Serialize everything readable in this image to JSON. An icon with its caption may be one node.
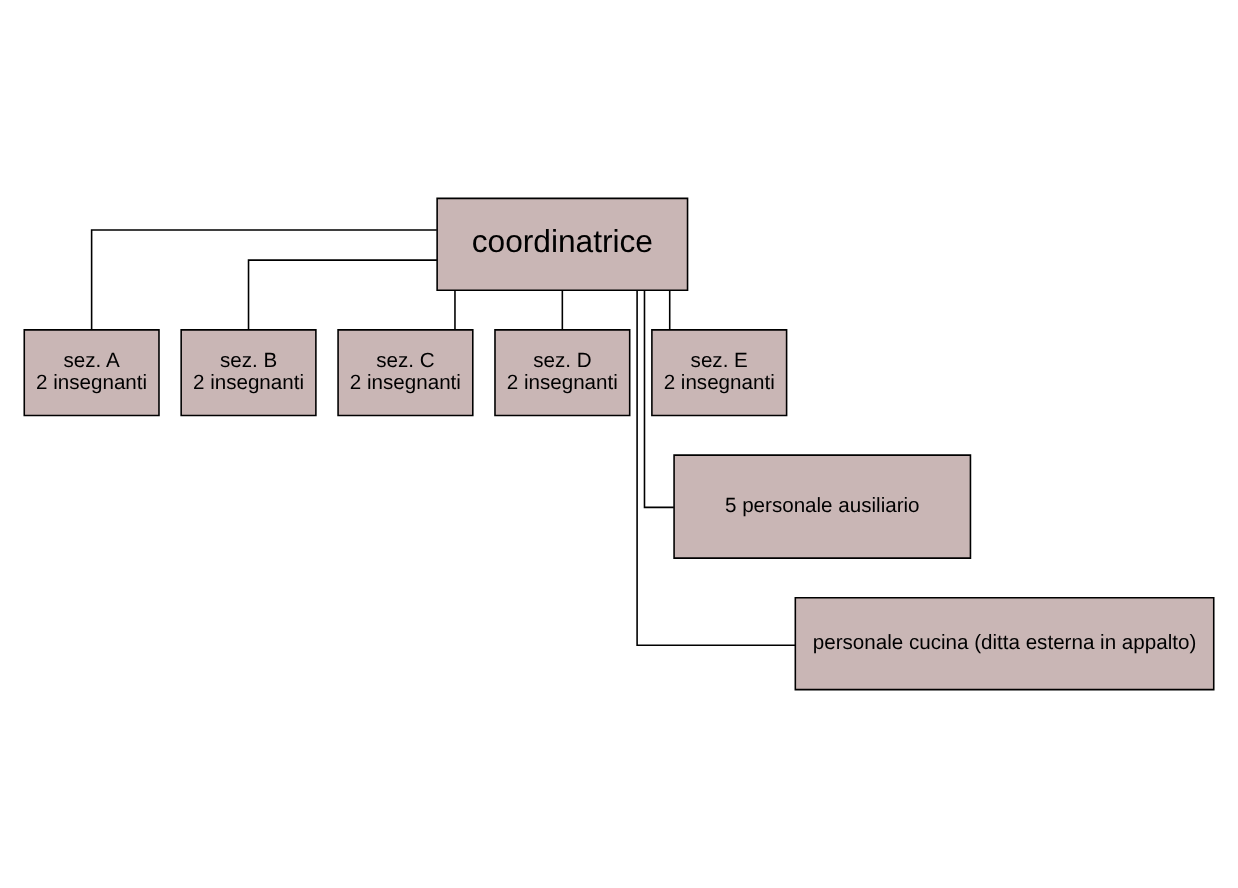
{
  "diagram": {
    "nodes": [
      {
        "text": [
          "coordinatrice"
        ]
      },
      {
        "text": [
          "sez. A",
          "2 insegnanti"
        ]
      },
      {
        "text": [
          "sez. B",
          "2 insegnanti"
        ]
      },
      {
        "text": [
          "sez. C",
          "2 insegnanti"
        ]
      },
      {
        "text": [
          "sez. D",
          "2 insegnanti"
        ]
      },
      {
        "text": [
          "sez. E",
          "2 insegnanti"
        ]
      },
      {
        "text": [
          "5 personale ausiliario"
        ]
      },
      {
        "text": [
          "personale cucina (ditta esterna in appalto)"
        ]
      }
    ],
    "edges": [
      {
        "from": 0,
        "to": 1,
        "arrow": "none"
      },
      {
        "from": 0,
        "to": 2,
        "arrow": "none"
      },
      {
        "from": 0,
        "to": 3,
        "arrow": "none"
      },
      {
        "from": 0,
        "to": 4,
        "arrow": "none"
      },
      {
        "from": 0,
        "to": 5,
        "arrow": "none"
      },
      {
        "from": 0,
        "to": 6,
        "arrow": "none"
      },
      {
        "from": 0,
        "to": 7,
        "arrow": "none"
      }
    ]
  }
}
